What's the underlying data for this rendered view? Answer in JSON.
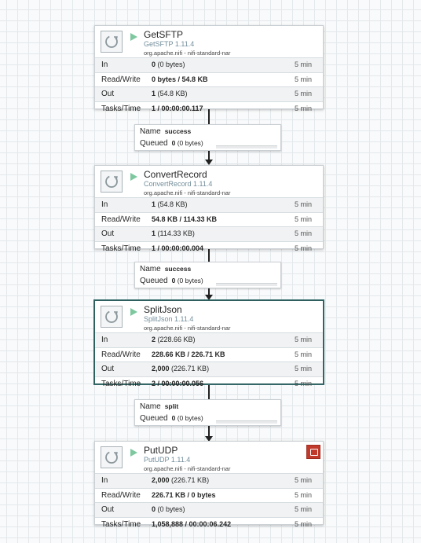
{
  "processors": [
    {
      "name": "GetSFTP",
      "type": "GetSFTP 1.11.4",
      "bundle": "org.apache.nifi - nifi-standard-nar",
      "stats": [
        {
          "label": "In",
          "value_bold": "0",
          "value_rest": " (0 bytes)",
          "time": "5 min"
        },
        {
          "label": "Read/Write",
          "value_bold": "0 bytes / 54.8 KB",
          "value_rest": "",
          "time": "5 min"
        },
        {
          "label": "Out",
          "value_bold": "1",
          "value_rest": " (54.8 KB)",
          "time": "5 min"
        },
        {
          "label": "Tasks/Time",
          "value_bold": "1 / 00:00:00.117",
          "value_rest": "",
          "time": "5 min"
        }
      ]
    },
    {
      "name": "ConvertRecord",
      "type": "ConvertRecord 1.11.4",
      "bundle": "org.apache.nifi - nifi-standard-nar",
      "stats": [
        {
          "label": "In",
          "value_bold": "1",
          "value_rest": " (54.8 KB)",
          "time": "5 min"
        },
        {
          "label": "Read/Write",
          "value_bold": "54.8 KB / 114.33 KB",
          "value_rest": "",
          "time": "5 min"
        },
        {
          "label": "Out",
          "value_bold": "1",
          "value_rest": " (114.33 KB)",
          "time": "5 min"
        },
        {
          "label": "Tasks/Time",
          "value_bold": "1 / 00:00:00.004",
          "value_rest": "",
          "time": "5 min"
        }
      ]
    },
    {
      "name": "SplitJson",
      "type": "SplitJson 1.11.4",
      "bundle": "org.apache.nifi - nifi-standard-nar",
      "stats": [
        {
          "label": "In",
          "value_bold": "2",
          "value_rest": " (228.66 KB)",
          "time": "5 min"
        },
        {
          "label": "Read/Write",
          "value_bold": "228.66 KB / 226.71 KB",
          "value_rest": "",
          "time": "5 min"
        },
        {
          "label": "Out",
          "value_bold": "2,000",
          "value_rest": " (226.71 KB)",
          "time": "5 min"
        },
        {
          "label": "Tasks/Time",
          "value_bold": "2 / 00:00:00.056",
          "value_rest": "",
          "time": "5 min"
        }
      ]
    },
    {
      "name": "PutUDP",
      "type": "PutUDP 1.11.4",
      "bundle": "org.apache.nifi - nifi-standard-nar",
      "stats": [
        {
          "label": "In",
          "value_bold": "2,000",
          "value_rest": " (226.71 KB)",
          "time": "5 min"
        },
        {
          "label": "Read/Write",
          "value_bold": "226.71 KB / 0 bytes",
          "value_rest": "",
          "time": "5 min"
        },
        {
          "label": "Out",
          "value_bold": "0",
          "value_rest": " (0 bytes)",
          "time": "5 min"
        },
        {
          "label": "Tasks/Time",
          "value_bold": "1,058,888 / 00:00:06.242",
          "value_rest": "",
          "time": "5 min"
        }
      ]
    }
  ],
  "connections": [
    {
      "name_label": "Name",
      "name": "success",
      "queued_label": "Queued",
      "queued_count": "0",
      "queued_size": " (0 bytes)"
    },
    {
      "name_label": "Name",
      "name": "success",
      "queued_label": "Queued",
      "queued_count": "0",
      "queued_size": " (0 bytes)"
    },
    {
      "name_label": "Name",
      "name": "split",
      "queued_label": "Queued",
      "queued_count": "0",
      "queued_size": " (0 bytes)"
    }
  ],
  "colors": {
    "run_icon": "#7ec8a0",
    "invalid_badge": "#c0392b",
    "selected_border": "#356b6b",
    "type_text": "#728e9b"
  },
  "icons": [
    "processor-icon",
    "run-status-icon",
    "invalid-status-icon"
  ]
}
